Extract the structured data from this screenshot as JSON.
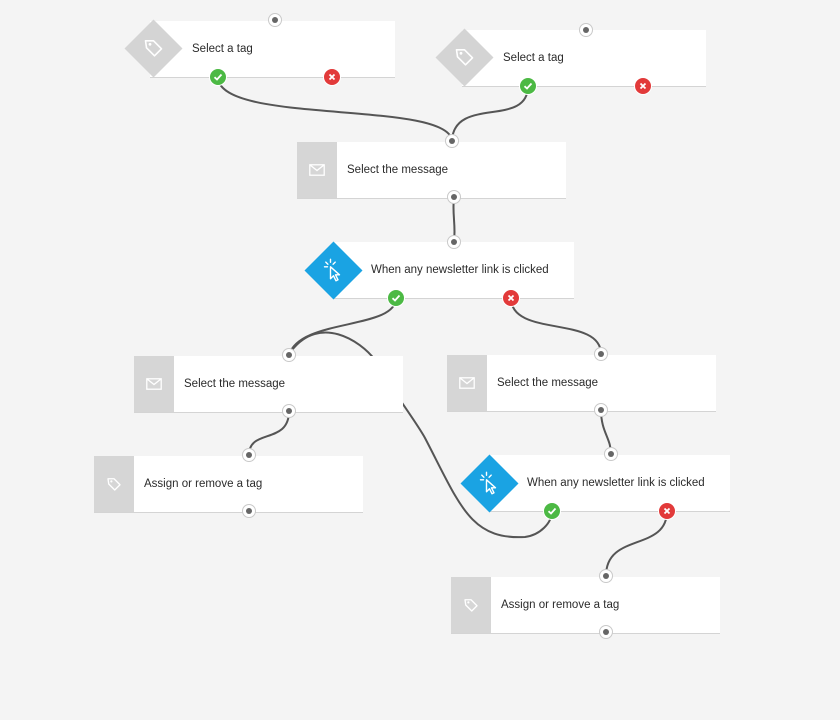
{
  "colors": {
    "background": "#f4f4f4",
    "accent": "#1aa3e3",
    "success": "#4cb944",
    "danger": "#e23a3a",
    "wire": "#555555"
  },
  "nodes": {
    "tag_select_1": {
      "label": "Select a tag",
      "icon": "tag-icon"
    },
    "tag_select_2": {
      "label": "Select a tag",
      "icon": "tag-icon"
    },
    "message_1": {
      "label": "Select the message",
      "icon": "envelope-icon"
    },
    "link_click_1": {
      "label": "When any newsletter link is clicked",
      "icon": "cursor-click-icon"
    },
    "message_2": {
      "label": "Select the message",
      "icon": "envelope-icon"
    },
    "message_3": {
      "label": "Select the message",
      "icon": "envelope-icon"
    },
    "assign_tag_1": {
      "label": "Assign or remove a tag",
      "icon": "tag-icon"
    },
    "link_click_2": {
      "label": "When any newsletter link is clicked",
      "icon": "cursor-click-icon"
    },
    "assign_tag_2": {
      "label": "Assign or remove a tag",
      "icon": "tag-icon"
    }
  }
}
